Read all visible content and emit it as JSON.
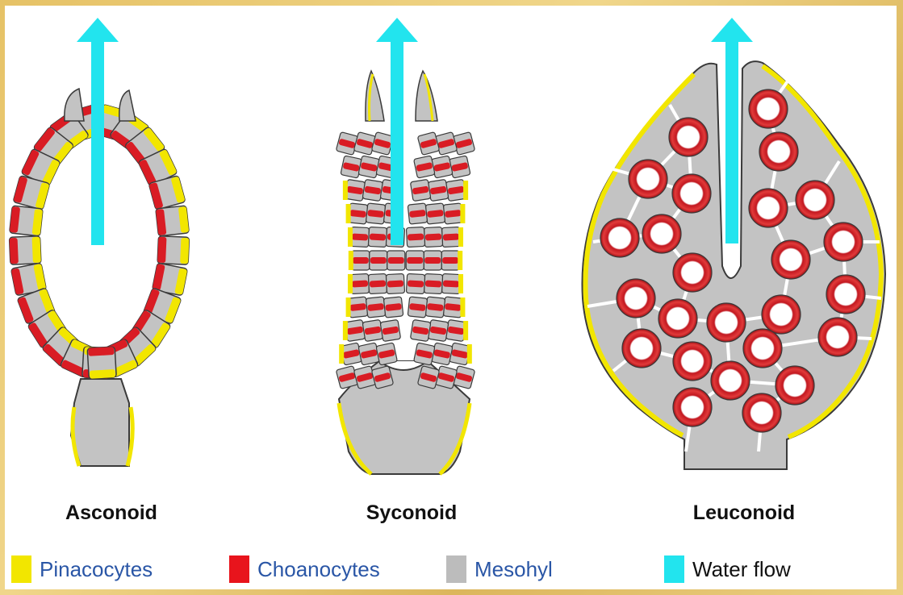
{
  "types": [
    "Asconoid",
    "Syconoid",
    "Leuconoid"
  ],
  "legend": [
    {
      "label": "Pinacocytes",
      "color": "#f2e600"
    },
    {
      "label": "Choanocytes",
      "color": "#e8141c"
    },
    {
      "label": "Mesohyl",
      "color": "#bcbcbc"
    },
    {
      "label": "Water flow",
      "color": "#22e4ee"
    }
  ],
  "colors": {
    "pinacocyte": "#f2e600",
    "choanocyte": "#d91c24",
    "mesohyl": "#c3c3c3",
    "water": "#22e4ee",
    "outline": "#3a3a3a"
  }
}
